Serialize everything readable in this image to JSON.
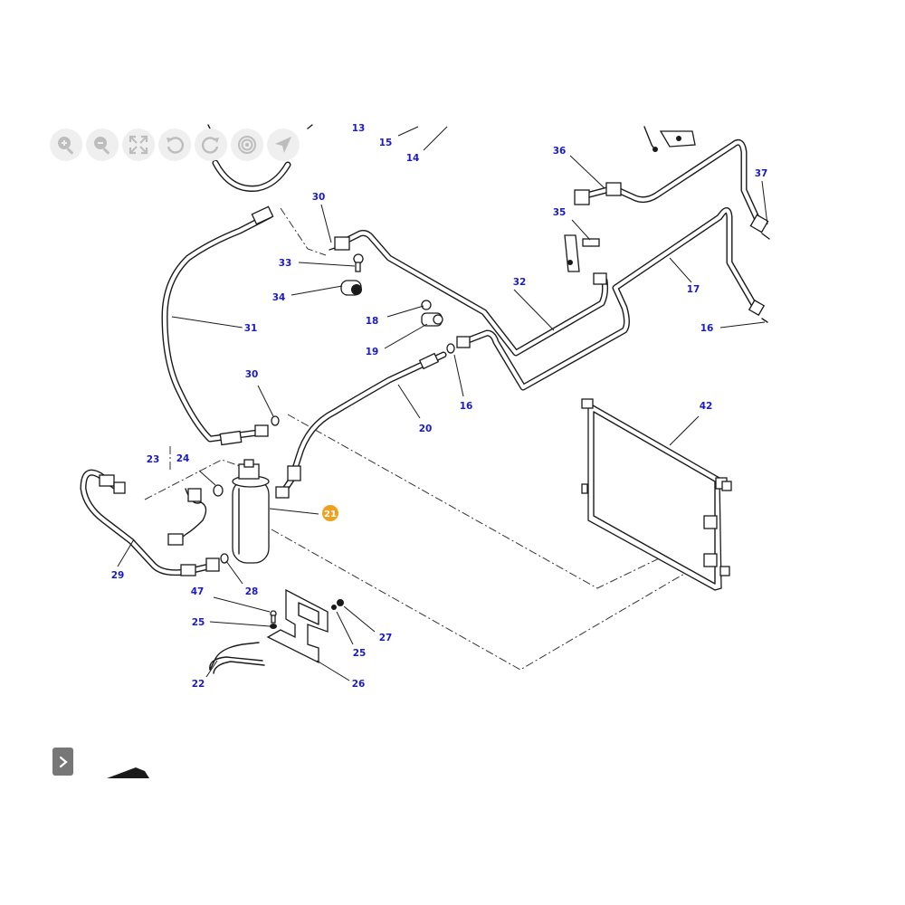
{
  "toolbar": {
    "tools": [
      {
        "icon": "zoom-in-icon"
      },
      {
        "icon": "zoom-out-icon"
      },
      {
        "icon": "fit-screen-icon"
      },
      {
        "icon": "rotate-left-icon"
      },
      {
        "icon": "rotate-right-icon"
      },
      {
        "icon": "target-icon"
      },
      {
        "icon": "navigate-icon"
      }
    ]
  },
  "callouts": {
    "c13": "13",
    "c15": "15",
    "c14": "14",
    "c36": "36",
    "c37": "37",
    "c30a": "30",
    "c35": "35",
    "c33": "33",
    "c32": "32",
    "c17": "17",
    "c34": "34",
    "c18": "18",
    "c31": "31",
    "c16a": "16",
    "c19": "19",
    "c30b": "30",
    "c16b": "16",
    "c42": "42",
    "c20": "20",
    "c23": "23",
    "c24": "24",
    "c21": "21",
    "c29": "29",
    "c47": "47",
    "c28": "28",
    "c25a": "25",
    "c27": "27",
    "c25b": "25",
    "c22": "22",
    "c26": "26"
  },
  "highlighted_callout": "21",
  "colors": {
    "callout_text": "#1a1ac8",
    "highlight": "#f0a020",
    "toolbar_button": "#efefef",
    "expand_button": "#777777"
  },
  "side_panel": {
    "toggle_icon": "chevron-right-icon"
  }
}
